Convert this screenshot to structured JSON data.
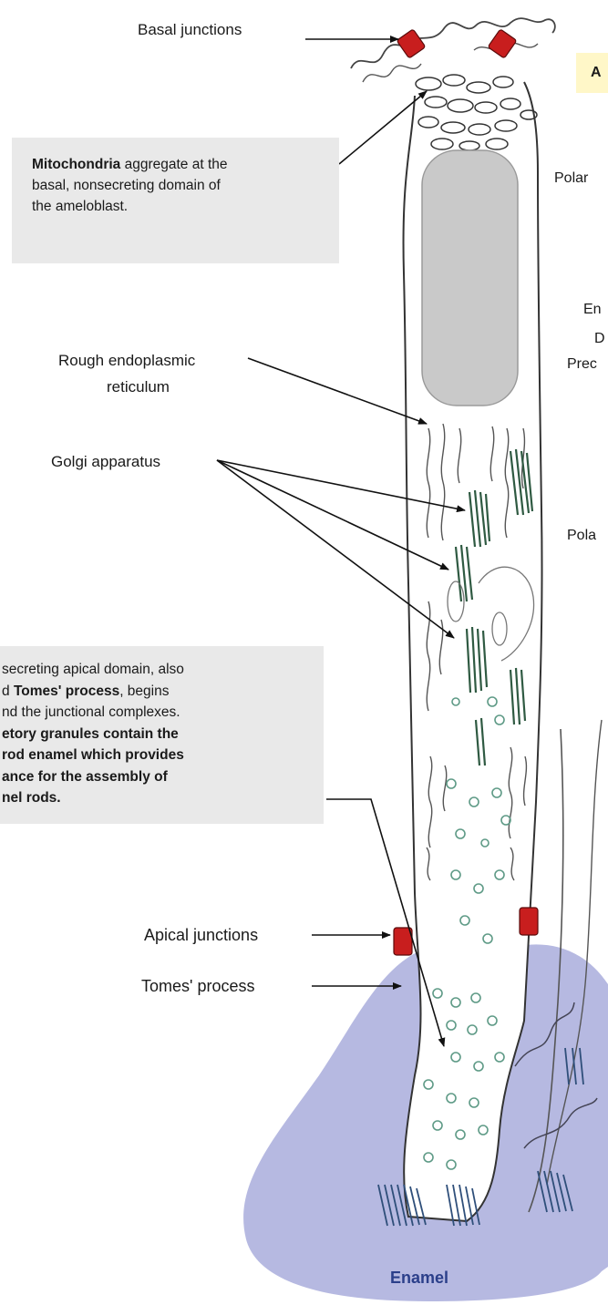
{
  "labels": {
    "basal_junctions": "Basal junctions",
    "rough_er_line1": "Rough endoplasmic",
    "rough_er_line2": "reticulum",
    "golgi": "Golgi apparatus",
    "apical_junctions": "Apical junctions",
    "tomes_process": "Tomes' process",
    "enamel": "Enamel"
  },
  "mitochondria_box": {
    "bold": "Mitochondria",
    "rest1": " aggregate at the",
    "line2": "basal, nonsecreting domain of",
    "line3": "the ameloblast."
  },
  "secreting_box": {
    "line1": "secreting apical domain, also",
    "line2_pre": "d ",
    "line2_bold": "Tomes' process",
    "line2_post": ", begins",
    "line3": "nd the junctional complexes.",
    "line4": "etory granules contain the",
    "line5": "rod enamel which provides",
    "line6": "ance for the assembly of",
    "line7": "nel rods."
  },
  "side_labels": {
    "s1": "Polar",
    "s2": "En",
    "s3": "D",
    "s4": "Prec",
    "s5": "Pola"
  },
  "corner_tag": "A",
  "colors": {
    "enamel_fill": "#a9addc",
    "junction_red": "#c81e1e",
    "golgi_green": "#2f5a42",
    "nucleus_gray": "#c9c9c9",
    "box_gray": "#e9e9e9",
    "tag_yellow": "#fff7c8",
    "granule_teal": "#5e9a86"
  }
}
